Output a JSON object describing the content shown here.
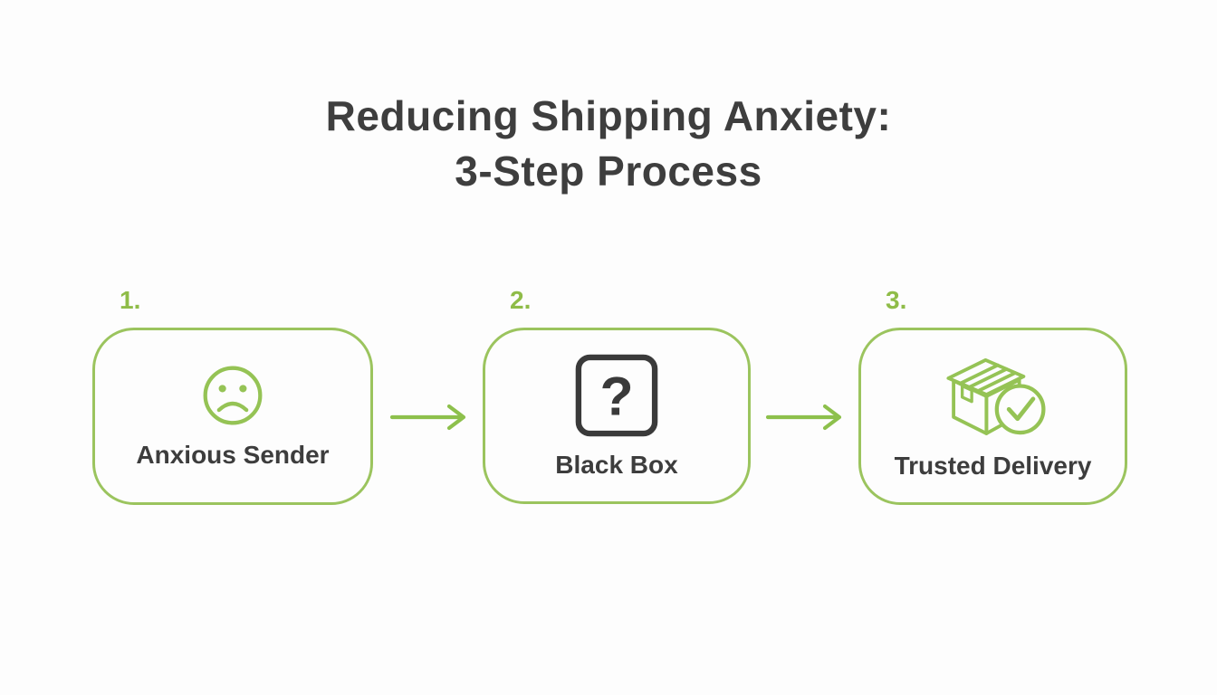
{
  "title": {
    "line1": "Reducing Shipping Anxiety:",
    "line2": "3-Step Process"
  },
  "steps": [
    {
      "number": "1.",
      "label": "Anxious Sender",
      "icon": "sad-face-icon"
    },
    {
      "number": "2.",
      "label": "Black Box",
      "icon": "question-box-icon"
    },
    {
      "number": "3.",
      "label": "Trusted Delivery",
      "icon": "package-check-icon"
    }
  ],
  "colors": {
    "accent_green": "#95c355",
    "border_green": "#9bc45e",
    "number_green": "#8fbc48",
    "text_dark": "#3d3d3d",
    "icon_dark": "#3a3a3a",
    "background": "#fdfdfd"
  }
}
